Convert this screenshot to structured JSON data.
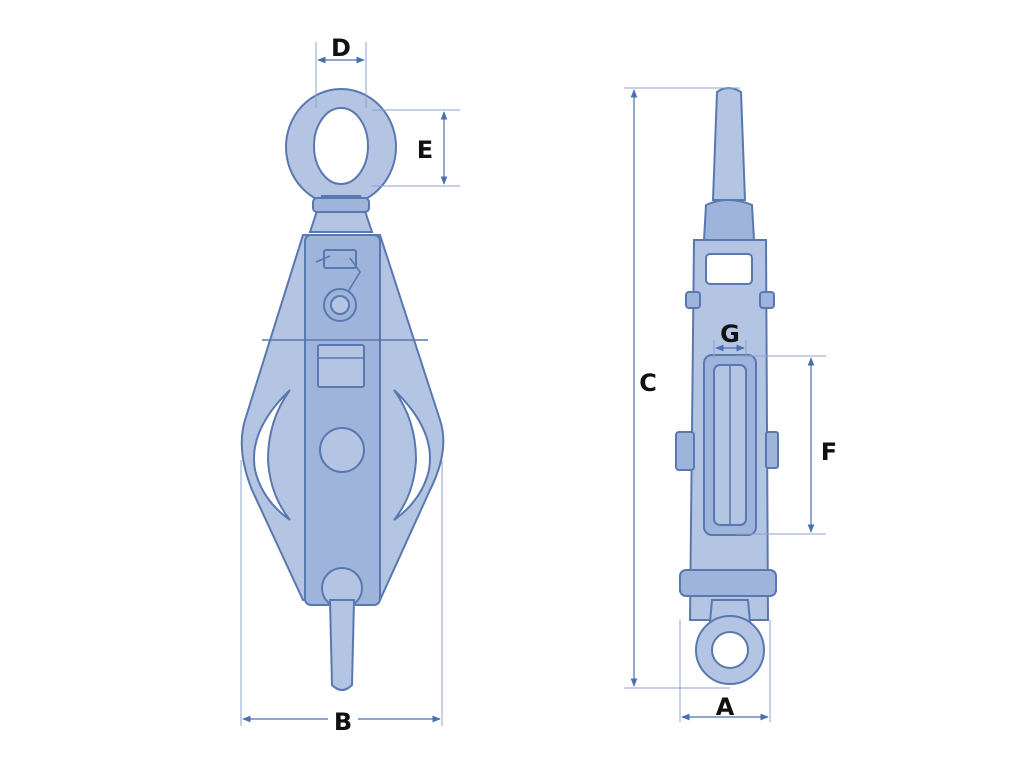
{
  "figure": {
    "labels": {
      "A": "A",
      "B": "B",
      "C": "C",
      "D": "D",
      "E": "E",
      "F": "F",
      "G": "G"
    },
    "colors": {
      "body_fill": "#b4c5e4",
      "outline": "#5a78b0",
      "dimension_lines": "#4a6fb0",
      "label_text": "#111111",
      "background": "#ffffff"
    }
  }
}
